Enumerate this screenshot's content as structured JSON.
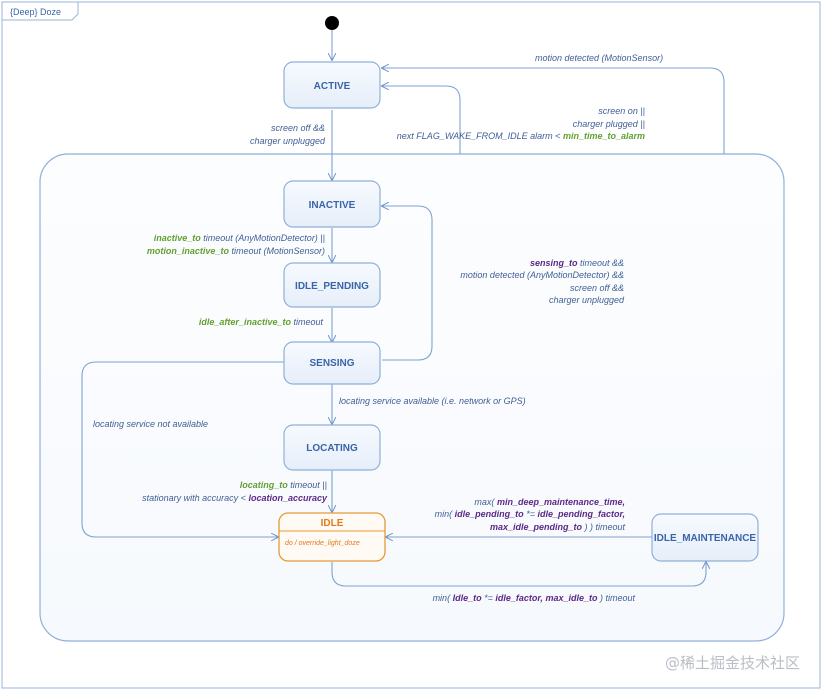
{
  "frame": {
    "title": "{Deep} Doze"
  },
  "states": {
    "active": "ACTIVE",
    "inactive": "INACTIVE",
    "idle_pending": "IDLE_PENDING",
    "sensing": "SENSING",
    "locating": "LOCATING",
    "idle": "IDLE",
    "idle_activity": "do / override_light_doze",
    "idle_maintenance": "IDLE_MAINTENANCE"
  },
  "transitions": {
    "motion_detected": "motion detected (MotionSensor)",
    "wake_l1": "screen on ||",
    "wake_l2": "charger plugged ||",
    "wake_l3_a": "next FLAG_WAKE_FROM_IDLE alarm <",
    "wake_l3_b": "min_time_to_alarm",
    "screen_off_l1": "screen off &&",
    "screen_off_l2": "charger unplugged",
    "inactive_l1_a": "inactive_to",
    "inactive_l1_b": "timeout (AnyMotionDetector) ||",
    "inactive_l2_a": "motion_inactive_to",
    "inactive_l2_b": "timeout (MotionSensor)",
    "sensing_back_l1_a": "sensing_to",
    "sensing_back_l1_b": "timeout &&",
    "sensing_back_l2": "motion detected (AnyMotionDetector) &&",
    "sensing_back_l3": "screen off &&",
    "sensing_back_l4": "charger unplugged",
    "idle_after_a": "idle_after_inactive_to",
    "idle_after_b": "timeout",
    "locating_available": "locating service available (i.e. network or GPS)",
    "locating_unavailable": "locating service not available",
    "locating_l1_a": "locating_to",
    "locating_l1_b": "timeout ||",
    "locating_l2_a": "stationary with accuracy <",
    "locating_l2_b": "location_accuracy",
    "maint_l1_a": "max(",
    "maint_l1_b": "min_deep_maintenance_time,",
    "maint_l2_a": "min(",
    "maint_l2_b": "idle_pending_to",
    "maint_l2_c": "*=",
    "maint_l2_d": "idle_pending_factor,",
    "maint_l3_a": "max_idle_pending_to",
    "maint_l3_b": ") ) timeout",
    "idle_l1_a": "min(",
    "idle_l1_b": "Idle_to",
    "idle_l1_c": "*=",
    "idle_l1_d": "idle_factor,",
    "idle_l1_e": "max_idle_to",
    "idle_l1_f": ")  timeout"
  },
  "watermark": "@稀土掘金技术社区",
  "colors": {
    "state_stroke": "#8fb0d8",
    "state_fill": "#f4f8fd",
    "idle_stroke": "#e59b3a",
    "idle_text": "#e07a1e",
    "line": "#7ea3cf",
    "green": "#62a030",
    "purple": "#5a2a86"
  }
}
